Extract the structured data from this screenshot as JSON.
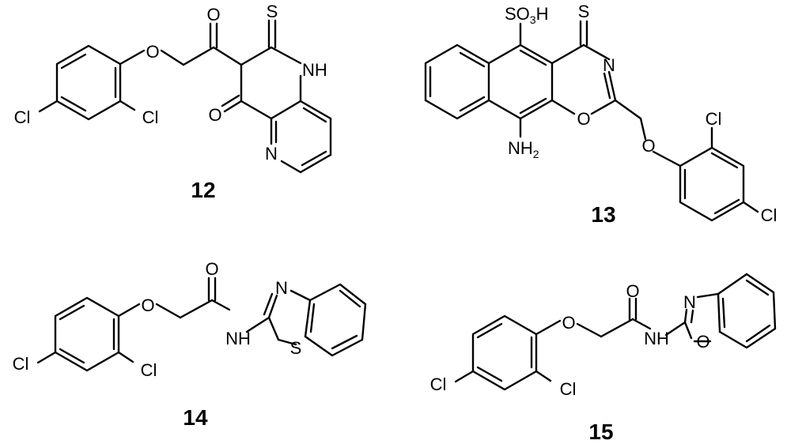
{
  "compounds": [
    {
      "number": "12",
      "atoms": {
        "cl_left": "Cl",
        "cl_right": "Cl",
        "ether_o": "O",
        "ketone_o": "O",
        "thione_s": "S",
        "nh": "NH",
        "lactam_o": "O",
        "pyridine_n": "N"
      }
    },
    {
      "number": "13",
      "atoms": {
        "so3h_main": "SO",
        "so3h_sub": "3",
        "so3h_end": "H",
        "thione_s": "S",
        "ring_n": "N",
        "ring_o": "O",
        "nh2_main": "NH",
        "nh2_sub": "2",
        "ether_o": "O",
        "cl_top": "Cl",
        "cl_bottom": "Cl"
      }
    },
    {
      "number": "14",
      "atoms": {
        "cl_left": "Cl",
        "cl_right": "Cl",
        "ether_o": "O",
        "amide_o": "O",
        "nh": "NH",
        "thiazole_n": "N",
        "thiazole_s": "S"
      }
    },
    {
      "number": "15",
      "atoms": {
        "cl_left": "Cl",
        "cl_right": "Cl",
        "ether_o": "O",
        "amide_o": "O",
        "nh": "NH",
        "oxazole_n": "N",
        "oxazole_o": "O"
      }
    }
  ]
}
